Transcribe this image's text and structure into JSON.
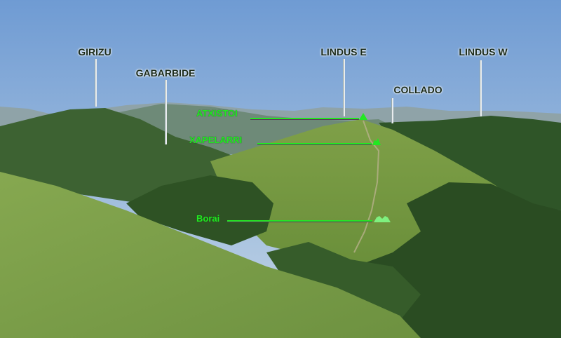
{
  "peaks": [
    {
      "name": "GIRIZU"
    },
    {
      "name": "GABARBIDE"
    },
    {
      "name": "LINDUS E"
    },
    {
      "name": "COLLADO"
    },
    {
      "name": "LINDUS W"
    }
  ],
  "waypoints": [
    {
      "name": "ATXISTOI",
      "icon": "summit-triangle-icon"
    },
    {
      "name": "XAPELARRI",
      "icon": "summit-peak-icon"
    },
    {
      "name": "Borai",
      "icon": "col-saddle-icon"
    }
  ],
  "colors": {
    "annotation_green": "#22e822",
    "sky": "#7ea6d6"
  }
}
